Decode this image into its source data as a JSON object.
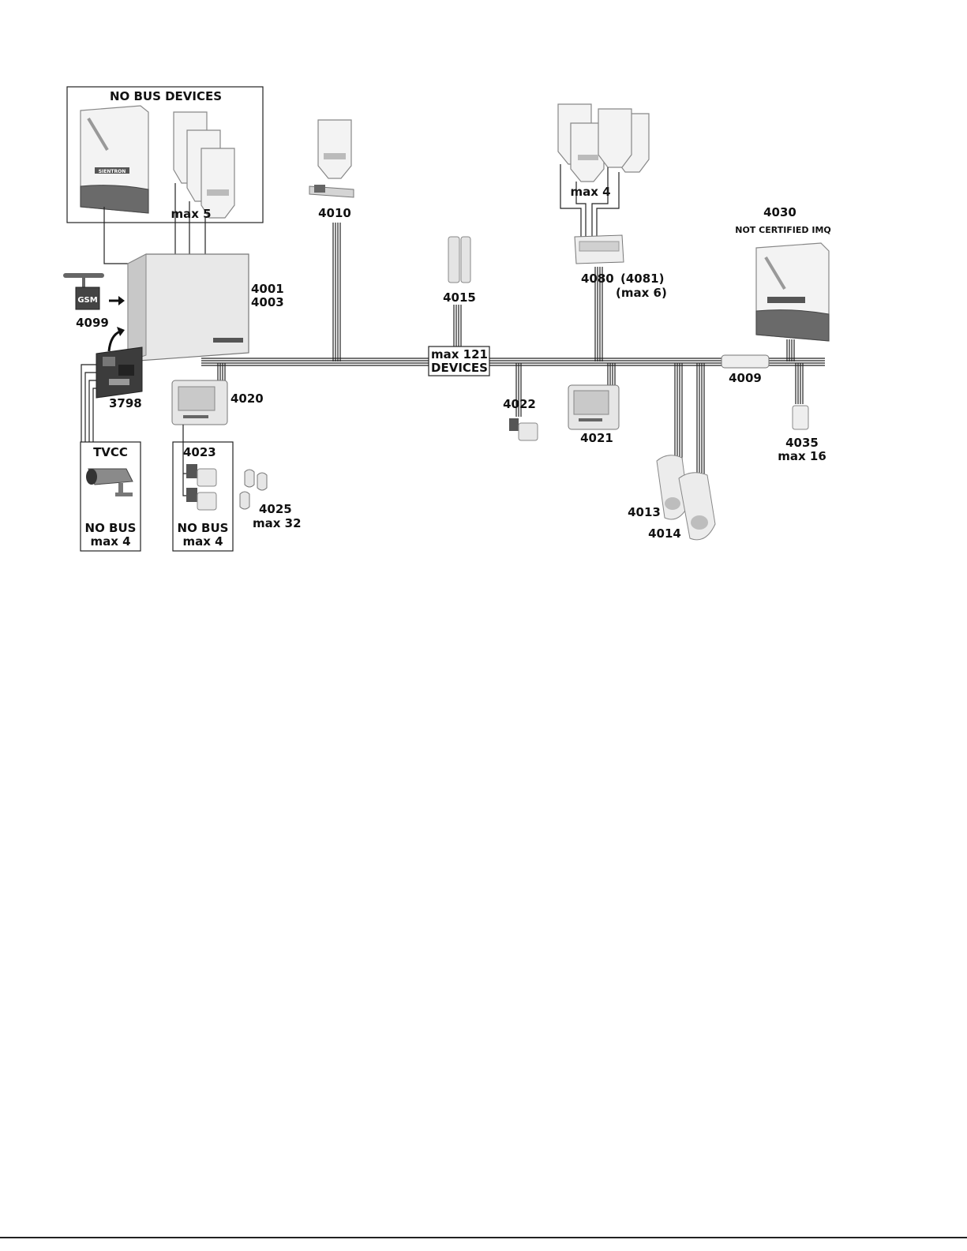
{
  "labels": {
    "no_bus_devices": "NO BUS DEVICES",
    "max5": "max 5",
    "d4010": "4010",
    "max4_top": "max 4",
    "d4030": "4030",
    "not_certified": "NOT CERTIFIED IMQ",
    "d4001": "4001",
    "d4003": "4003",
    "d4099": "4099",
    "gsm": "GSM",
    "d4015": "4015",
    "d4080": "4080",
    "d4081": "(4081)",
    "max6": "(max 6)",
    "max121": "max 121",
    "devices": "DEVICES",
    "d3798": "3798",
    "d4020": "4020",
    "d4022": "4022",
    "d4021": "4021",
    "d4009": "4009",
    "d4035": "4035",
    "max16": "max 16",
    "tvcc": "TVCC",
    "no_bus_1": "NO BUS",
    "max4_1": "max 4",
    "d4023": "4023",
    "no_bus_2": "NO BUS",
    "max4_2": "max 4",
    "d4025": "4025",
    "max32": "max 32",
    "d4013": "4013",
    "d4014": "4014",
    "brand": "SIENTRON"
  }
}
